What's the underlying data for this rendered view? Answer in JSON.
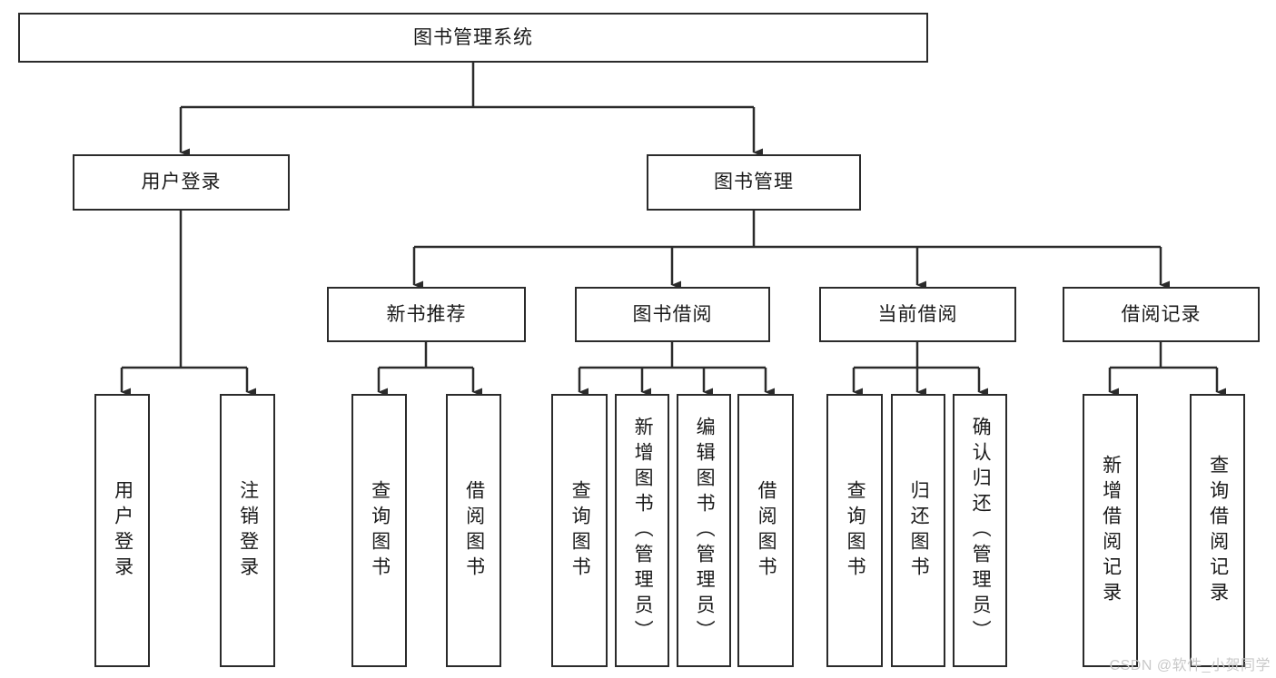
{
  "diagram": {
    "title": "图书管理系统",
    "type": "tree",
    "watermark": "CSDN @软件_小贺同学",
    "colors": {
      "stroke": "#2b2b2b",
      "fill": "#ffffff",
      "text": "#1a1a1a",
      "watermark": "#c9c9c9"
    },
    "nodes": {
      "root": {
        "label": "图书管理系统"
      },
      "level1": [
        {
          "id": "user-login",
          "label": "用户登录"
        },
        {
          "id": "book-manage",
          "label": "图书管理"
        }
      ],
      "level2": [
        {
          "id": "new-book-recommend",
          "label": "新书推荐"
        },
        {
          "id": "book-borrow",
          "label": "图书借阅"
        },
        {
          "id": "current-borrow",
          "label": "当前借阅"
        },
        {
          "id": "borrow-record",
          "label": "借阅记录"
        }
      ],
      "leaves": {
        "user-login": [
          {
            "id": "leaf-user-login",
            "label": "用户登录"
          },
          {
            "id": "leaf-logout-login",
            "label": "注销登录"
          }
        ],
        "new-book-recommend": [
          {
            "id": "leaf-query-book-1",
            "label": "查询图书"
          },
          {
            "id": "leaf-borrow-book-1",
            "label": "借阅图书"
          }
        ],
        "book-borrow": [
          {
            "id": "leaf-query-book-2",
            "label": "查询图书"
          },
          {
            "id": "leaf-add-book-admin",
            "label": "新增图书（管理员）"
          },
          {
            "id": "leaf-edit-book-admin",
            "label": "编辑图书（管理员）"
          },
          {
            "id": "leaf-borrow-book-2",
            "label": "借阅图书"
          }
        ],
        "current-borrow": [
          {
            "id": "leaf-query-book-3",
            "label": "查询图书"
          },
          {
            "id": "leaf-return-book",
            "label": "归还图书"
          },
          {
            "id": "leaf-confirm-return-admin",
            "label": "确认归还（管理员）"
          }
        ],
        "borrow-record": [
          {
            "id": "leaf-add-borrow-record",
            "label": "新增借阅记录"
          },
          {
            "id": "leaf-query-borrow-record",
            "label": "查询借阅记录"
          }
        ]
      }
    }
  }
}
